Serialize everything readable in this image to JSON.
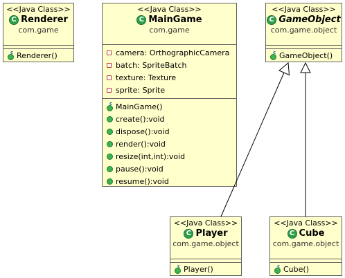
{
  "classes": {
    "renderer": {
      "stereotype": "<<Java Class>>",
      "name": "Renderer",
      "package": "com.game",
      "icon_letter": "C",
      "fields": [],
      "methods": [
        "Renderer()"
      ]
    },
    "maingame": {
      "stereotype": "<<Java Class>>",
      "name": "MainGame",
      "package": "com.game",
      "icon_letter": "C",
      "fields": [
        "camera: OrthographicCamera",
        "batch: SpriteBatch",
        "texture: Texture",
        "sprite: Sprite"
      ],
      "methods": [
        "MainGame()",
        "create():void",
        "dispose():void",
        "render():void",
        "resize(int,int):void",
        "pause():void",
        "resume():void"
      ]
    },
    "gameobject": {
      "stereotype": "<<Java Class>>",
      "name": "GameObject",
      "package": "com.game.object",
      "icon_letter": "C",
      "fields": [],
      "methods": [
        "GameObject()"
      ]
    },
    "player": {
      "stereotype": "<<Java Class>>",
      "name": "Player",
      "package": "com.game.object",
      "icon_letter": "C",
      "fields": [],
      "methods": [
        "Player()"
      ]
    },
    "cube": {
      "stereotype": "<<Java Class>>",
      "name": "Cube",
      "package": "com.game.object",
      "icon_letter": "C",
      "fields": [],
      "methods": [
        "Cube()"
      ]
    }
  },
  "relations": [
    {
      "type": "generalization",
      "from": "Player",
      "to": "GameObject"
    },
    {
      "type": "generalization",
      "from": "Cube",
      "to": "GameObject"
    }
  ],
  "colors": {
    "class_fill": "#ffffcc",
    "class_border": "#5f5f5f",
    "class_icon": "#2ea04a",
    "field_icon": "#c0392b",
    "method_icon": "#3fb34f"
  }
}
